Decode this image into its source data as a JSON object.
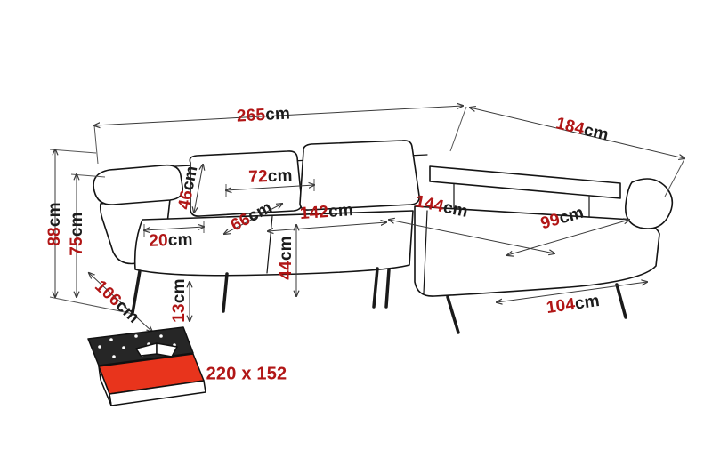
{
  "colors": {
    "number": "#b11616",
    "unit": "#1c1c1c",
    "accent": "#e8341c"
  },
  "dimensions": {
    "total_width": {
      "value": "265",
      "unit": "cm"
    },
    "total_depth": {
      "value": "184",
      "unit": "cm"
    },
    "total_height": {
      "value": "88",
      "unit": "cm"
    },
    "arm_height": {
      "value": "75",
      "unit": "cm"
    },
    "back_cushion_height": {
      "value": "46",
      "unit": "cm"
    },
    "back_cushion_width": {
      "value": "72",
      "unit": "cm"
    },
    "seat_depth": {
      "value": "66",
      "unit": "cm"
    },
    "seat_width": {
      "value": "142",
      "unit": "cm"
    },
    "chaise_length": {
      "value": "144",
      "unit": "cm"
    },
    "chaise_seat_width": {
      "value": "99",
      "unit": "cm"
    },
    "armrest_width": {
      "value": "20",
      "unit": "cm"
    },
    "seat_height": {
      "value": "44",
      "unit": "cm"
    },
    "leg_height": {
      "value": "13",
      "unit": "cm"
    },
    "side_depth": {
      "value": "106",
      "unit": "cm"
    },
    "chaise_front_width": {
      "value": "104",
      "unit": "cm"
    }
  },
  "sleeping_area": {
    "value": "220 x 152"
  }
}
